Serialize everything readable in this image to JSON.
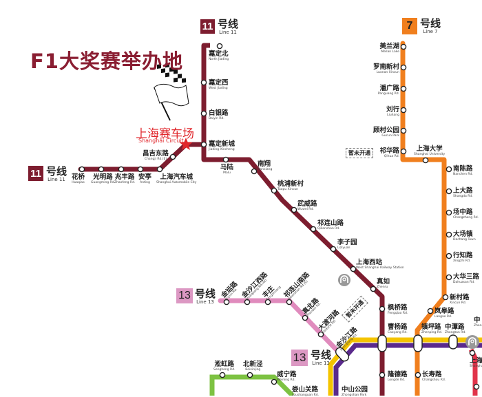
{
  "headline": "F1大奖赛举办地",
  "circuit": {
    "name_cn": "上海赛车场",
    "name_en": "Shanghai Circuit",
    "star_color": "#e0262b"
  },
  "colors": {
    "line11": "#7d1d2f",
    "line7": "#f07f1e",
    "line13": "#e08bbd",
    "line13_badge": "#dc98c3",
    "line10_yellow": "#f4c400",
    "line10_purple": "#5a2a8c",
    "line14_green": "#7dc242",
    "line3_red": "#e1344a",
    "rail_gray": "#888888"
  },
  "badges": [
    {
      "id": "line11-top",
      "number": "11",
      "cn": "号线",
      "en": "Line 11",
      "color": "#7d1d2f"
    },
    {
      "id": "line11-left",
      "number": "11",
      "cn": "号线",
      "en": "Line 11",
      "color": "#7d1d2f"
    },
    {
      "id": "line7",
      "number": "7",
      "cn": "号线",
      "en": "Line 7",
      "color": "#f07f1e"
    },
    {
      "id": "line13-left",
      "number": "13",
      "cn": "号线",
      "en": "Line 13",
      "color": "#dc98c3"
    },
    {
      "id": "line13-bottom",
      "number": "13",
      "cn": "号线",
      "en": "Line 13",
      "color": "#dc98c3"
    }
  ],
  "notices": [
    "暂未开通",
    "暂未开通"
  ],
  "stations": {
    "line11_branch": [
      {
        "cn": "花桥",
        "en": "Huaqiao"
      },
      {
        "cn": "光明路",
        "en": "Guangming Rd."
      },
      {
        "cn": "兆丰路",
        "en": "Zhaofeng Rd."
      },
      {
        "cn": "安亭",
        "en": "Anting"
      },
      {
        "cn": "上海汽车城",
        "en": "Shanghai Automobile City"
      },
      {
        "cn": "昌吉东路",
        "en": "Changji Rd.(E)"
      }
    ],
    "line11_main": [
      {
        "cn": "嘉定北",
        "en": "North Jiading"
      },
      {
        "cn": "嘉定西",
        "en": "West Jiading"
      },
      {
        "cn": "白银路",
        "en": "Baiyin Rd."
      },
      {
        "cn": "嘉定新城",
        "en": "Jiading Xincheng"
      },
      {
        "cn": "马陆",
        "en": "Malu"
      },
      {
        "cn": "南翔",
        "en": "Nanxiang"
      },
      {
        "cn": "桃浦新村",
        "en": "Taopu Xincun"
      },
      {
        "cn": "武威路",
        "en": "Wuwei Rd."
      },
      {
        "cn": "祁连山路",
        "en": "Qilianshan Rd."
      },
      {
        "cn": "李子园",
        "en": "Liziyuan"
      },
      {
        "cn": "上海西站",
        "en": "West Shanghai Railway Station"
      },
      {
        "cn": "真如",
        "en": "Zhenru"
      },
      {
        "cn": "枫桥路",
        "en": "Fengqiao Rd."
      },
      {
        "cn": "曹杨路",
        "en": "Caoyang Rd."
      },
      {
        "cn": "隆德路",
        "en": "Longde Rd."
      }
    ],
    "line7": [
      {
        "cn": "美兰湖",
        "en": "Meilan Lake"
      },
      {
        "cn": "罗南新村",
        "en": "Luonan Xincun"
      },
      {
        "cn": "潘广路",
        "en": "Panguang Rd."
      },
      {
        "cn": "刘行",
        "en": "Liuhang"
      },
      {
        "cn": "顾村公园",
        "en": "Gucun Park"
      },
      {
        "cn": "祁华路",
        "en": "Qihua Rd."
      },
      {
        "cn": "上海大学",
        "en": "Shanghai University"
      },
      {
        "cn": "南陈路",
        "en": "Nanchen Rd."
      },
      {
        "cn": "上大路",
        "en": "Shangda Rd."
      },
      {
        "cn": "场中路",
        "en": "Changzhong Rd."
      },
      {
        "cn": "大场镇",
        "en": "Dachang Town"
      },
      {
        "cn": "行知路",
        "en": "Xingzhi Rd."
      },
      {
        "cn": "大华三路",
        "en": "Dahuasan Rd."
      },
      {
        "cn": "新村路",
        "en": "Xincun Rd."
      },
      {
        "cn": "岚皋路",
        "en": "Langao Rd."
      },
      {
        "cn": "镇坪路",
        "en": "Zhenping Rd."
      },
      {
        "cn": "长寿路",
        "en": "Changshou Rd."
      }
    ],
    "line13": [
      {
        "cn": "金运路",
        "en": "Jinyun Rd."
      },
      {
        "cn": "金沙江西路",
        "en": "Jinshajiang Rd.(W)"
      },
      {
        "cn": "丰庄",
        "en": "Fengzhuang"
      },
      {
        "cn": "祁连山南路",
        "en": "Qilianshan Rd.(S)"
      },
      {
        "cn": "真北路",
        "en": "Zhenbei Rd."
      },
      {
        "cn": "大渡河路",
        "en": "Daduhe Rd."
      },
      {
        "cn": "金沙江路",
        "en": "Jinshajiang Rd."
      }
    ],
    "line3_4": [
      {
        "cn": "中潭路",
        "en": "Zhongtan Rd."
      },
      {
        "cn": "中山公园",
        "en": "Zhongshan Park"
      },
      {
        "cn": "上海火车站",
        "en": "Shanghai Railway Station"
      }
    ],
    "line13_other": [
      {
        "cn": "中",
        "en": "Zhon"
      }
    ],
    "line14": [
      {
        "cn": "淞虹路",
        "en": "Songhong Rd."
      },
      {
        "cn": "北新泾",
        "en": "Beixinjing"
      },
      {
        "cn": "威宁路",
        "en": "Weining Rd."
      },
      {
        "cn": "娄山关路",
        "en": "Loushanguan Rd."
      }
    ]
  }
}
